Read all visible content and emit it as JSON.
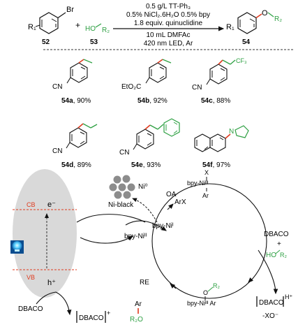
{
  "reaction": {
    "conditions": [
      "0.5 g/L TT-Ph₃",
      "0.5% NiCl₂.6H₂O 0.5% bpy",
      "1.8 equiv. quinuclidine",
      "10 mL DMFAc",
      "420 nm LED, Ar"
    ],
    "reactant1": {
      "num": "52",
      "atom": "Br",
      "group": "R₁"
    },
    "reactant2": {
      "num": "53",
      "ho": "HO",
      "group": "R₂"
    },
    "plus": "+",
    "product": {
      "num": "54",
      "atom": "O",
      "group1": "R₁",
      "group2": "R₂"
    }
  },
  "products": [
    {
      "id": "54a",
      "yield": ", 90%",
      "sub": "CN"
    },
    {
      "id": "54b",
      "yield": ", 92%",
      "sub": "EtO₂C"
    },
    {
      "id": "54c",
      "yield": ", 88%",
      "sub": "CN",
      "extra": "CF₃"
    },
    {
      "id": "54d",
      "yield": ", 89%",
      "sub": "CN"
    },
    {
      "id": "54e",
      "yield": ", 93%",
      "sub": "CN"
    },
    {
      "id": "54f",
      "yield": ", 97%",
      "atom": "N"
    }
  ],
  "cycle": {
    "photocatalyst": {
      "cb": "CB",
      "vb": "VB",
      "e": "e⁻",
      "h": "h⁺"
    },
    "ni_black": "Ni-black",
    "ni0": "Ni⁰",
    "arx": "ArX",
    "oa": "OA",
    "re": "RE",
    "bpy_ni_i": "bpy-Niᴵ",
    "bpy_ni_ii": "bpy-Niᴵᴵ",
    "bpy_ni_iii_x": "bpy-Niᴵᴵᴵ",
    "x": "X",
    "ar": "Ar",
    "o": "O",
    "r2": "R₂",
    "bpy_ni_iii_ar": "bpy-Niᴵᴵᴵ Ar",
    "product_ar": "Ar",
    "product_r2o": "R₂O",
    "dbaco_top": "DBACO",
    "plus": "+",
    "ho": "HO",
    "dbaco_h": "DBACO",
    "h_plus": "H⁺",
    "xo": "-XO⁻",
    "dbaco_bottom": "DBACO",
    "dbaco_rad": "DBACO",
    "rad_plus": "+"
  },
  "colors": {
    "green": "#2ea043",
    "red": "#e03a1e",
    "gray": "#d9d9d9",
    "ball": "#8c8c8c"
  }
}
